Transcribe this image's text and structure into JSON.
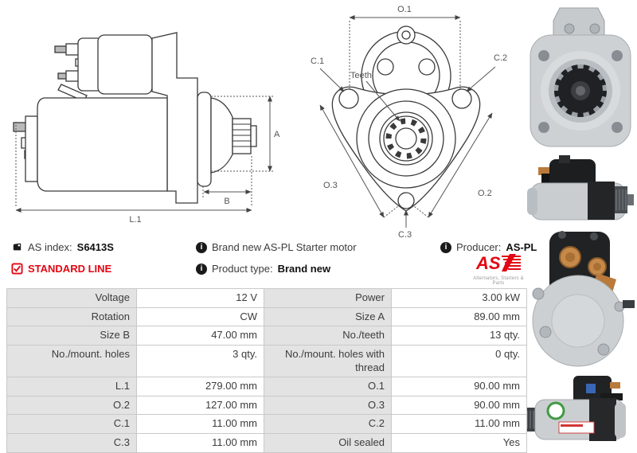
{
  "product": {
    "as_index_label": "AS index:",
    "as_index_value": "S6413S",
    "line_badge": "STANDARD LINE",
    "description": "Brand new AS-PL Starter motor",
    "product_type_label": "Product type:",
    "product_type_value": "Brand new",
    "producer_label": "Producer:",
    "producer_value": "AS-PL",
    "brand": {
      "logo_text": "AS",
      "tagline": "Alternators, Starters & Parts"
    }
  },
  "diagrams": {
    "side_view": {
      "labels": {
        "a": "A",
        "b": "B",
        "l1": "L.1"
      }
    },
    "front_view": {
      "labels": {
        "o1": "O.1",
        "c1": "C.1",
        "c2": "C.2",
        "teeth": "Teeth",
        "o3": "O.3",
        "o2": "O.2",
        "c3": "C.3"
      }
    }
  },
  "specs": {
    "rows": [
      [
        "Voltage",
        "12 V",
        "Power",
        "3.00 kW"
      ],
      [
        "Rotation",
        "CW",
        "Size A",
        "89.00 mm"
      ],
      [
        "Size B",
        "47.00 mm",
        "No./teeth",
        "13 qty."
      ],
      [
        "No./mount. holes",
        "3 qty.",
        "No./mount. holes with thread",
        "0 qty."
      ],
      [
        "L.1",
        "279.00 mm",
        "O.1",
        "90.00 mm"
      ],
      [
        "O.2",
        "127.00 mm",
        "O.3",
        "90.00 mm"
      ],
      [
        "C.1",
        "11.00 mm",
        "C.2",
        "11.00 mm"
      ],
      [
        "C.3",
        "11.00 mm",
        "Oil sealed",
        "Yes"
      ]
    ]
  },
  "colors": {
    "accent_red": "#e30613",
    "table_label_bg": "#e3e3e3",
    "table_border": "#c9c9c9",
    "line_ink": "#3a3a3a"
  }
}
